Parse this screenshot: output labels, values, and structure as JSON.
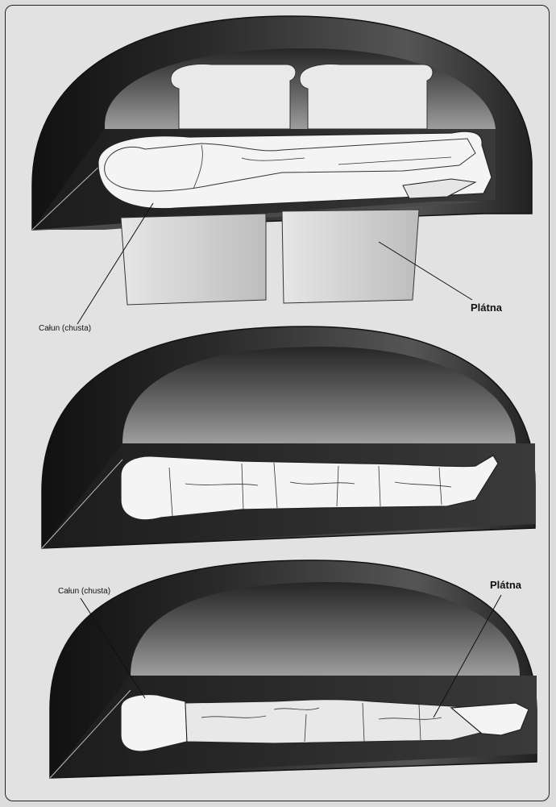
{
  "labels": {
    "panel1_shroud": "Całun (chusta)",
    "panel1_cloths": "Plátna",
    "panel3_shroud": "Całun (chusta)",
    "panel3_cloths": "Plátna"
  },
  "colors": {
    "background": "#dcdcdc",
    "tomb_dark": "#1a1a1a",
    "tomb_light": "#9a9a9a",
    "cloth": "#f4f4f4",
    "line": "#222222"
  }
}
